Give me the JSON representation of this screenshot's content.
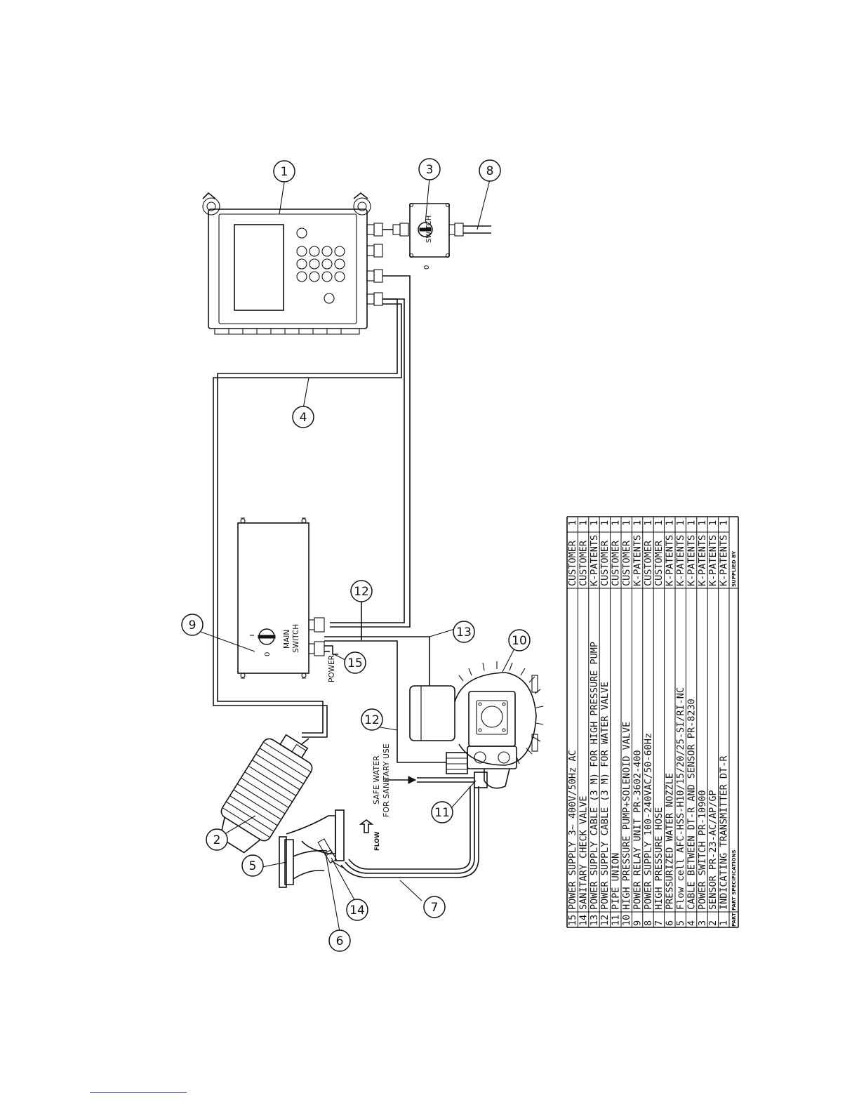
{
  "labels": {
    "switch3": "SWITCH",
    "switch3_zero": "0",
    "main_switch": [
      "MAIN",
      "SWITCH"
    ],
    "main_switch_zero": "0",
    "power": "POWER",
    "safe_water": [
      "SAFE WATER",
      "FOR SANITARY USE"
    ],
    "flow": "FLOW"
  },
  "callouts": [
    "1",
    "2",
    "3",
    "4",
    "5",
    "6",
    "7",
    "8",
    "9",
    "10",
    "11",
    "12",
    "12",
    "13",
    "14",
    "15"
  ],
  "parts_table": {
    "rows": [
      {
        "no": "15",
        "desc": "POWER SUPPLY 3~ 400V/50Hz AC",
        "supplier": "CUSTOMER",
        "qty": "1"
      },
      {
        "no": "14",
        "desc": "SANITARY CHECK VALVE",
        "supplier": "CUSTOMER",
        "qty": "1"
      },
      {
        "no": "13",
        "desc": "POWER SUPPLY CABLE (3 M) FOR HIGH PRESSURE PUMP",
        "supplier": "K-PATENTS",
        "qty": "1"
      },
      {
        "no": "12",
        "desc": "POWER SUPPLY CABLE (3 M) FOR WATER VALVE",
        "supplier": "CUSTOMER",
        "qty": "1"
      },
      {
        "no": "11",
        "desc": "PIPE UNION",
        "supplier": "CUSTOMER",
        "qty": "1"
      },
      {
        "no": "10",
        "desc": "HIGH PRESSURE PUMP+SOLENOID VALVE",
        "supplier": "CUSTOMER",
        "qty": "1"
      },
      {
        "no": "9",
        "desc": "POWER RELAY UNIT PR-3602-400",
        "supplier": "K-PATENTS",
        "qty": "1"
      },
      {
        "no": "8",
        "desc": "POWER SUPPLY 100-240VAC/50-60Hz",
        "supplier": "CUSTOMER",
        "qty": "1"
      },
      {
        "no": "7",
        "desc": "HIGH PRESSURE HOSE",
        "supplier": "CUSTOMER",
        "qty": "1"
      },
      {
        "no": "6",
        "desc": "PRESSURIZED WATER NOZZLE",
        "supplier": "K-PATENTS",
        "qty": "1"
      },
      {
        "no": "5",
        "desc": "Flow cell AFC-HSS-H10/15/20/25-SI/RI-NC",
        "supplier": "K-PATENTS",
        "qty": "1"
      },
      {
        "no": "4",
        "desc": "CABLE BETWEEN DT-R AND SENSOR PR-8230",
        "supplier": "K-PATENTS",
        "qty": "1"
      },
      {
        "no": "3",
        "desc": "POWER SWITCH PR-10900",
        "supplier": "K-PATENTS",
        "qty": "1"
      },
      {
        "no": "2",
        "desc": "SENSOR PR-23-AC/AP/GP",
        "supplier": "K-PATENTS",
        "qty": "1"
      },
      {
        "no": "1",
        "desc": "INDICATING TRANSMITTER DT-R",
        "supplier": "K-PATENTS",
        "qty": "1"
      }
    ],
    "footer": {
      "part": "PART",
      "spec": "PART SPECIFICATIONS",
      "supplied": "SUPPLIED BY"
    }
  }
}
